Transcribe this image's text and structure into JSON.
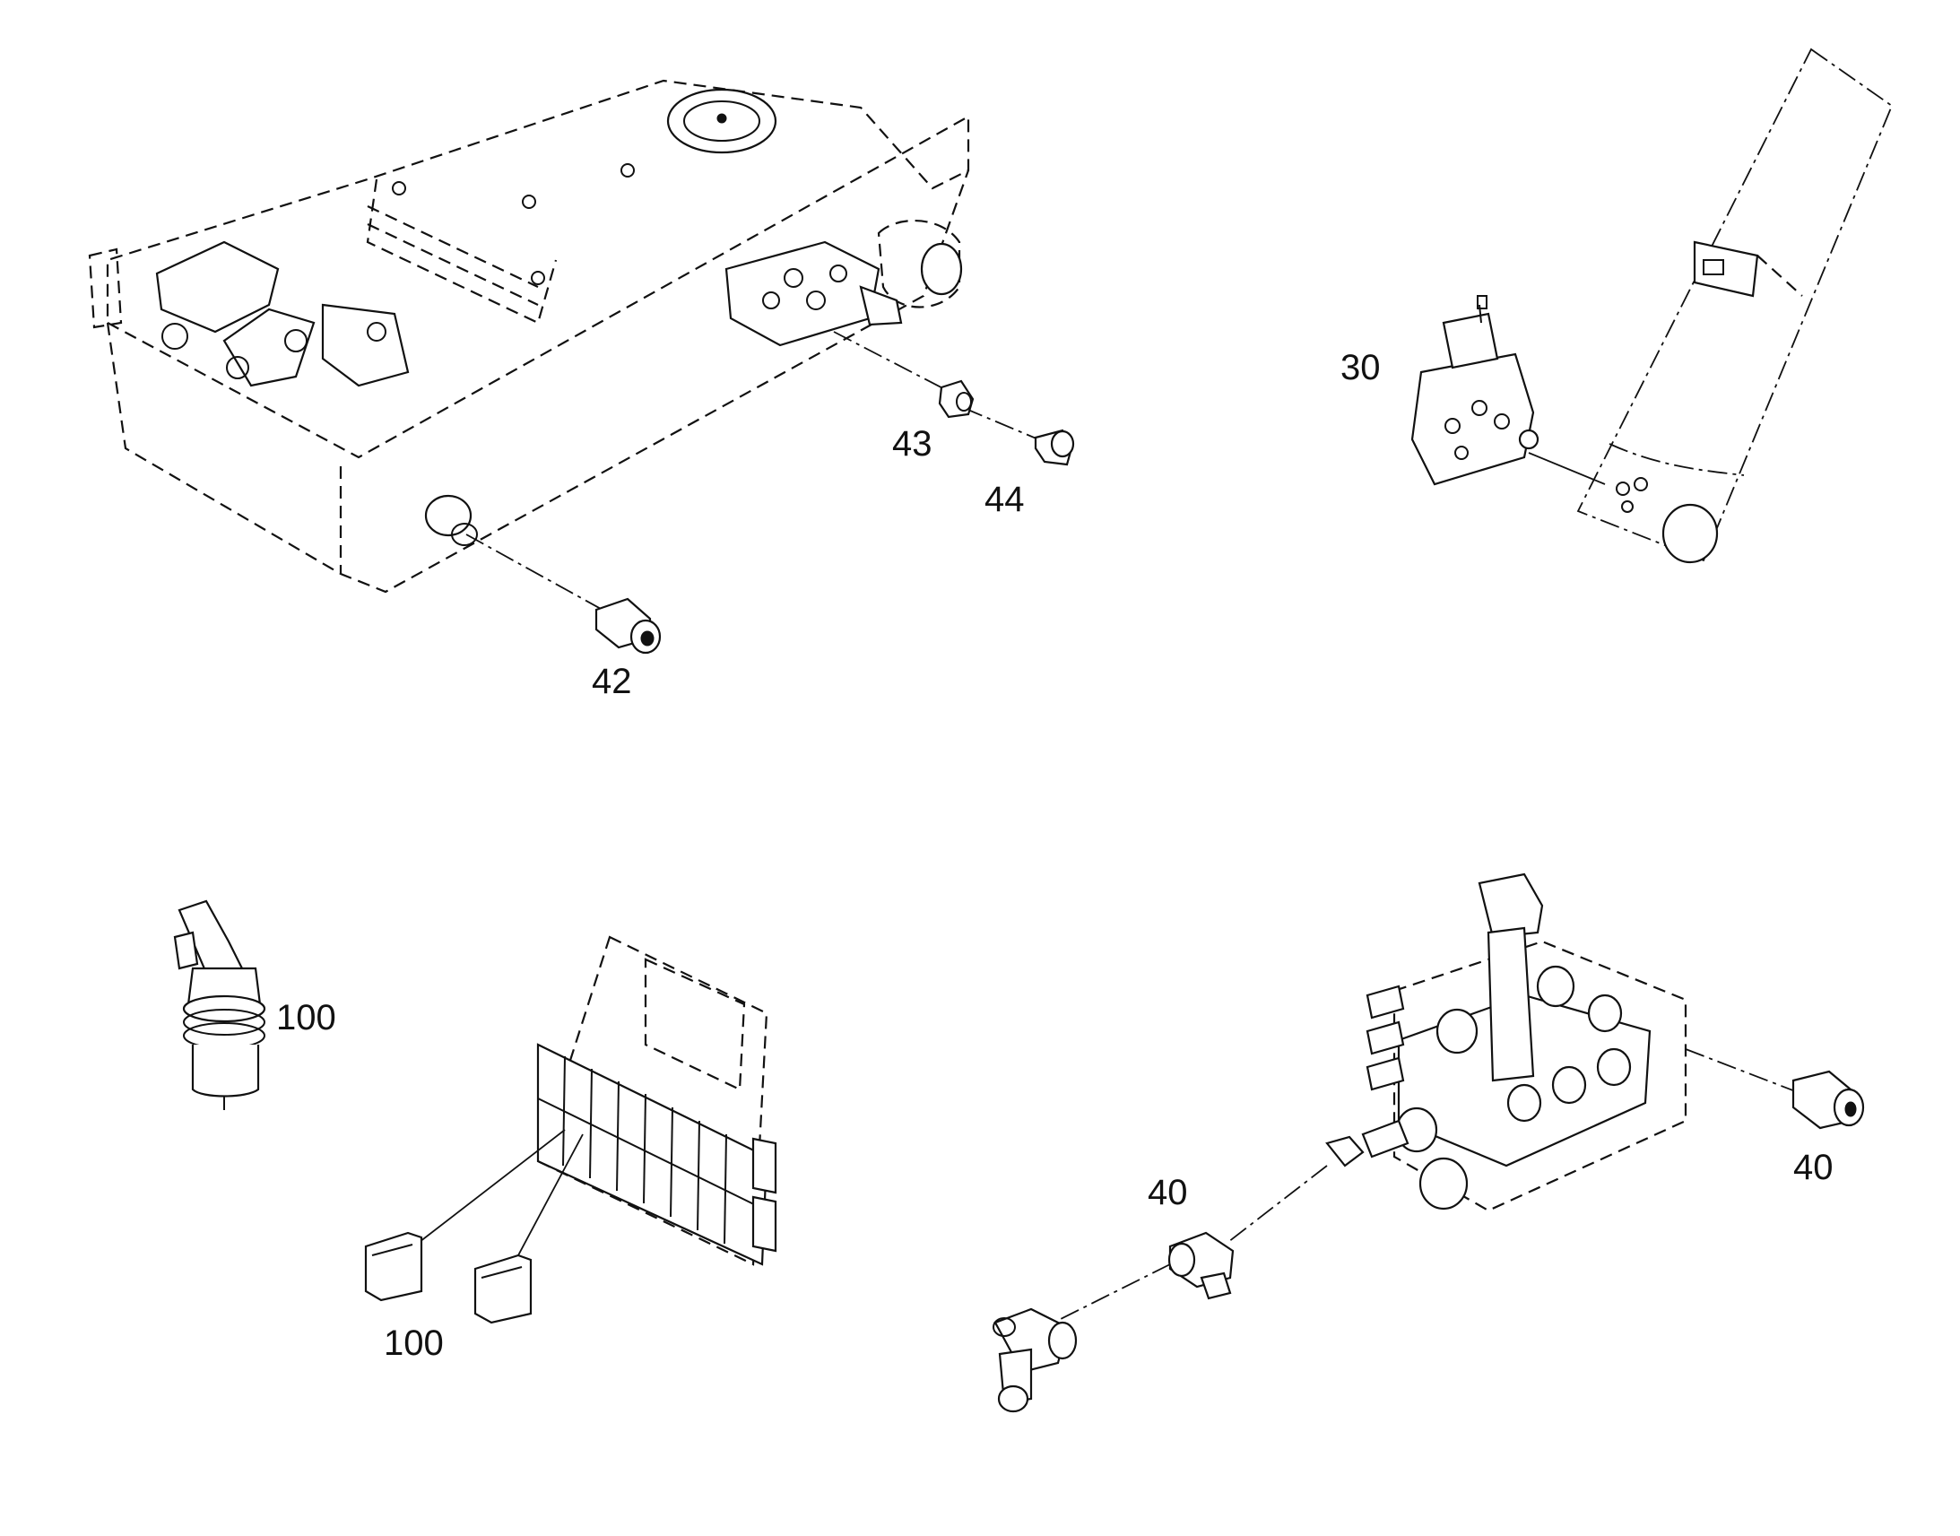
{
  "callouts": {
    "c30": "30",
    "c40a": "40",
    "c40b": "40",
    "c42": "42",
    "c43": "43",
    "c44": "44",
    "c100a": "100",
    "c100b": "100"
  }
}
